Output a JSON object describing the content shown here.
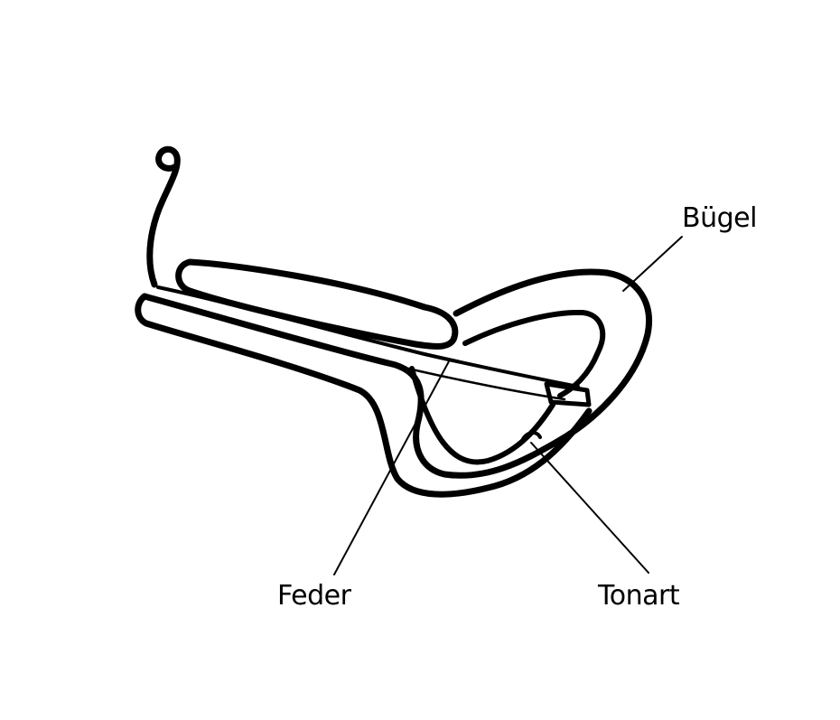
{
  "diagram": {
    "labels": {
      "buegel": "Bügel",
      "feder": "Feder",
      "tonart": "Tonart"
    },
    "colors": {
      "ink": "#000000",
      "background": "#ffffff"
    }
  }
}
